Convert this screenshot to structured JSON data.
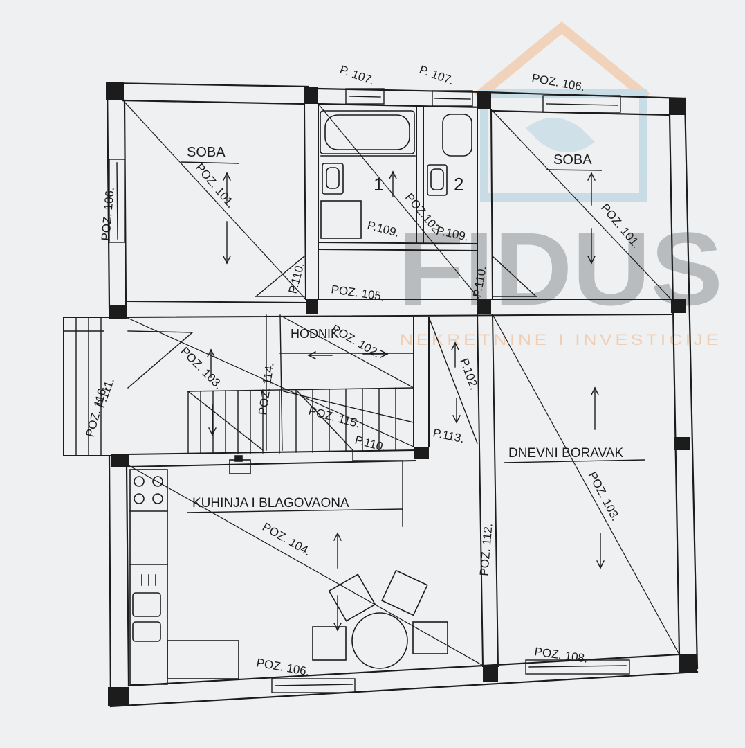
{
  "rooms": {
    "soba_left": "SOBA",
    "soba_right": "SOBA",
    "hodnik": "HODNIK",
    "dnevni": "DNEVNI BORAVAK",
    "kuhinja": "KUHINJA I BLAGOVAONA",
    "bath1": "1",
    "bath2": "2"
  },
  "positions": {
    "p101_left": "POZ. 101.",
    "p101_right": "POZ. 101.",
    "p102_hall": "POZ. 102.",
    "p102_small": "P.102.",
    "p102_bath": "POZ.102.",
    "p103_left": "POZ. 103.",
    "p103_right": "POZ. 103.",
    "p104": "POZ. 104.",
    "p105": "POZ. 105.",
    "p106_top": "POZ. 106.",
    "p106_left": "POZ. 106.",
    "p106_bottom": "POZ. 106.",
    "p107_a": "P. 107.",
    "p107_b": "P. 107.",
    "p108": "POZ. 108.",
    "p109_a": "P.109.",
    "p109_b": "P.109.",
    "p110_a": "P.110.",
    "p110_b": "P.110.",
    "p110_c": "P.110.",
    "p111": "P.111.",
    "p112": "POZ. 112.",
    "p113": "P.113.",
    "p114": "POZ. 114.",
    "p115": "POZ. 115.",
    "p116": "POZ. 116."
  },
  "watermark": {
    "brand": "FIDUS",
    "tagline": "NEKRETNINE I INVESTICIJE",
    "colors": {
      "roof": "#f3c8a9",
      "house": "#bcd6e2",
      "brand": "#8c9296",
      "tagline": "#f2c7a8"
    }
  },
  "colors": {
    "ink": "#1c1c1c",
    "paper": "#eef0f1"
  }
}
